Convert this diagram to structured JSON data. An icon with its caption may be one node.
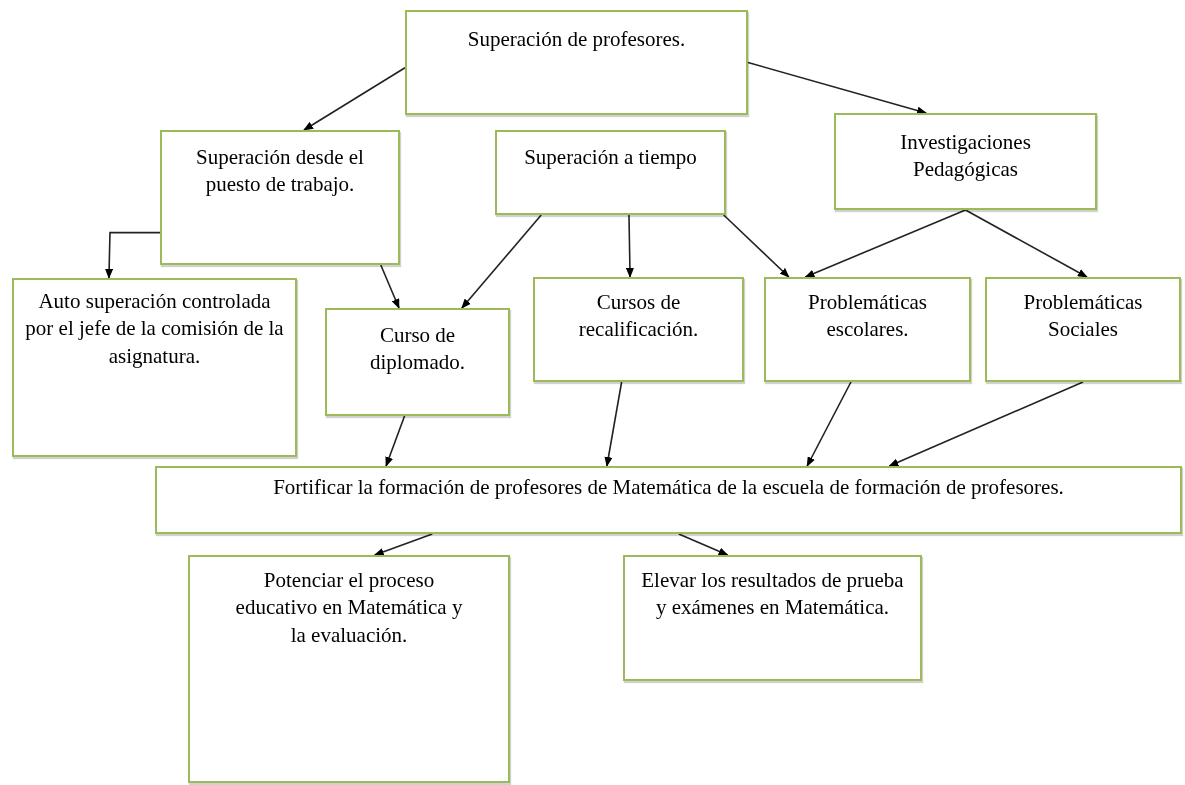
{
  "diagram": {
    "nodes": [
      {
        "text": [
          "Superación de profesores."
        ]
      },
      {
        "text": [
          "Superación desde el puesto de trabajo."
        ]
      },
      {
        "text": [
          "Superación a tiempo"
        ]
      },
      {
        "text": [
          "Investigaciones Pedagógicas"
        ]
      },
      {
        "text": [
          "Auto superación controlada por el jefe de la comisión de la asignatura."
        ]
      },
      {
        "text": [
          "Curso de diplomado."
        ]
      },
      {
        "text": [
          "Cursos de recalificación."
        ]
      },
      {
        "text": [
          "Problemáticas escolares."
        ]
      },
      {
        "text": [
          "Problemáticas Sociales"
        ]
      },
      {
        "text": [
          "Fortificar la formación de profesores de Matemática de la escuela de formación de profesores."
        ]
      },
      {
        "text": [
          "Potenciar el proceso educativo en Matemática y la evaluación."
        ]
      },
      {
        "text": [
          "Elevar los resultados de prueba y exámenes en Matemática."
        ]
      }
    ],
    "edges": [
      {
        "from": 0,
        "to": 1,
        "arrow": "to"
      },
      {
        "from": 0,
        "to": 3,
        "arrow": "to"
      },
      {
        "from": 1,
        "to": 4,
        "arrow": "to"
      },
      {
        "from": 1,
        "to": 5,
        "arrow": "to"
      },
      {
        "from": 2,
        "to": 5,
        "arrow": "to"
      },
      {
        "from": 2,
        "to": 6,
        "arrow": "to"
      },
      {
        "from": 2,
        "to": 7,
        "arrow": "to"
      },
      {
        "from": 3,
        "to": 7,
        "arrow": "to"
      },
      {
        "from": 3,
        "to": 8,
        "arrow": "to"
      },
      {
        "from": 5,
        "to": 9,
        "arrow": "to"
      },
      {
        "from": 6,
        "to": 9,
        "arrow": "to"
      },
      {
        "from": 7,
        "to": 9,
        "arrow": "to"
      },
      {
        "from": 8,
        "to": 9,
        "arrow": "to"
      },
      {
        "from": 9,
        "to": 10,
        "arrow": "to"
      },
      {
        "from": 9,
        "to": 11,
        "arrow": "to"
      }
    ]
  }
}
